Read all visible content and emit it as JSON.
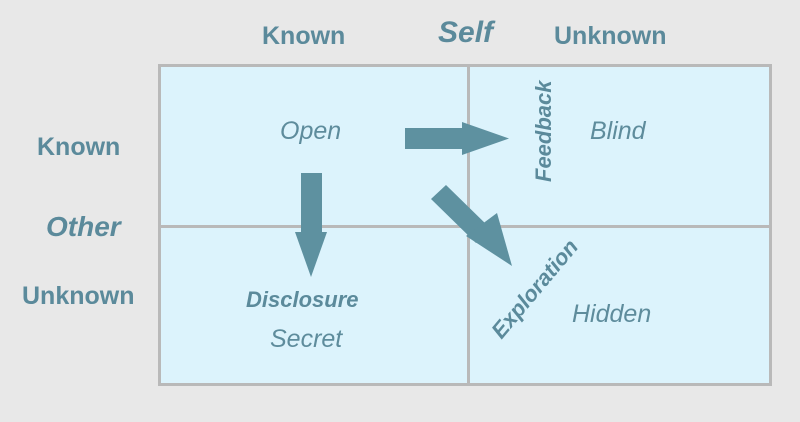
{
  "self": {
    "title": "Self",
    "known": "Known",
    "unknown": "Unknown"
  },
  "other": {
    "title": "Other",
    "known": "Known",
    "unknown": "Unknown"
  },
  "quadrants": {
    "open": "Open",
    "blind": "Blind",
    "secret": "Secret",
    "hidden": "Hidden"
  },
  "arrows": {
    "feedback": "Feedback",
    "disclosure": "Disclosure",
    "exploration": "Exploration"
  },
  "colors": {
    "text": "#5b8a9b",
    "arrow": "#5e91a0",
    "grid_fill": "#dcf3fc",
    "grid_border": "#b9b9b9",
    "background": "#e8e8e8"
  }
}
